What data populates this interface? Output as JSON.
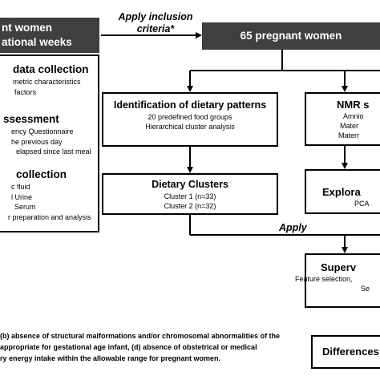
{
  "left_header": {
    "line1": "nt women",
    "line2": "ational weeks"
  },
  "top_arrow_label": {
    "line1": "Apply inclusion",
    "line2": "criteria*"
  },
  "main_header": "65 pregnant women",
  "left_panel": {
    "sections": [
      {
        "title": "data collection",
        "items": [
          "metric characteristics",
          "factors"
        ]
      },
      {
        "title": "ssessment",
        "items": [
          "ency Questionnaire",
          "he previous day",
          "elapsed since last meal"
        ]
      },
      {
        "title": "collection",
        "items": [
          "c fluid",
          "l Urine",
          "Serum",
          "r preparation and analysis"
        ]
      }
    ]
  },
  "dietary_patterns": {
    "title": "Identification of dietary patterns",
    "lines": [
      "20 predefined food groups",
      "Hierarchical cluster analysis"
    ]
  },
  "dietary_clusters": {
    "title": "Dietary Clusters",
    "lines": [
      "Cluster 1 (n=33)",
      "Cluster 2 (n=32)"
    ]
  },
  "nmr_box": {
    "title": "NMR s",
    "lines": [
      "Amnio",
      "Mater",
      "Materr"
    ]
  },
  "explora_box": {
    "title": "Explora",
    "line": "PCA"
  },
  "apply_label": "Apply",
  "superv_box": {
    "title": "Superv",
    "lines": [
      "Feature selection, ",
      "Se"
    ]
  },
  "footnote": [
    "(b) absence of structural malformations and/or chromosomal abnormalities of the",
    "appropriate for gestational age infant, (d) absence of obstetrical or medical",
    "ry energy intake within the allowable range for pregnant women."
  ],
  "differences_box": {
    "title": "Differences"
  },
  "colors": {
    "dark_box": "#3f3f3f",
    "border": "#000000"
  }
}
